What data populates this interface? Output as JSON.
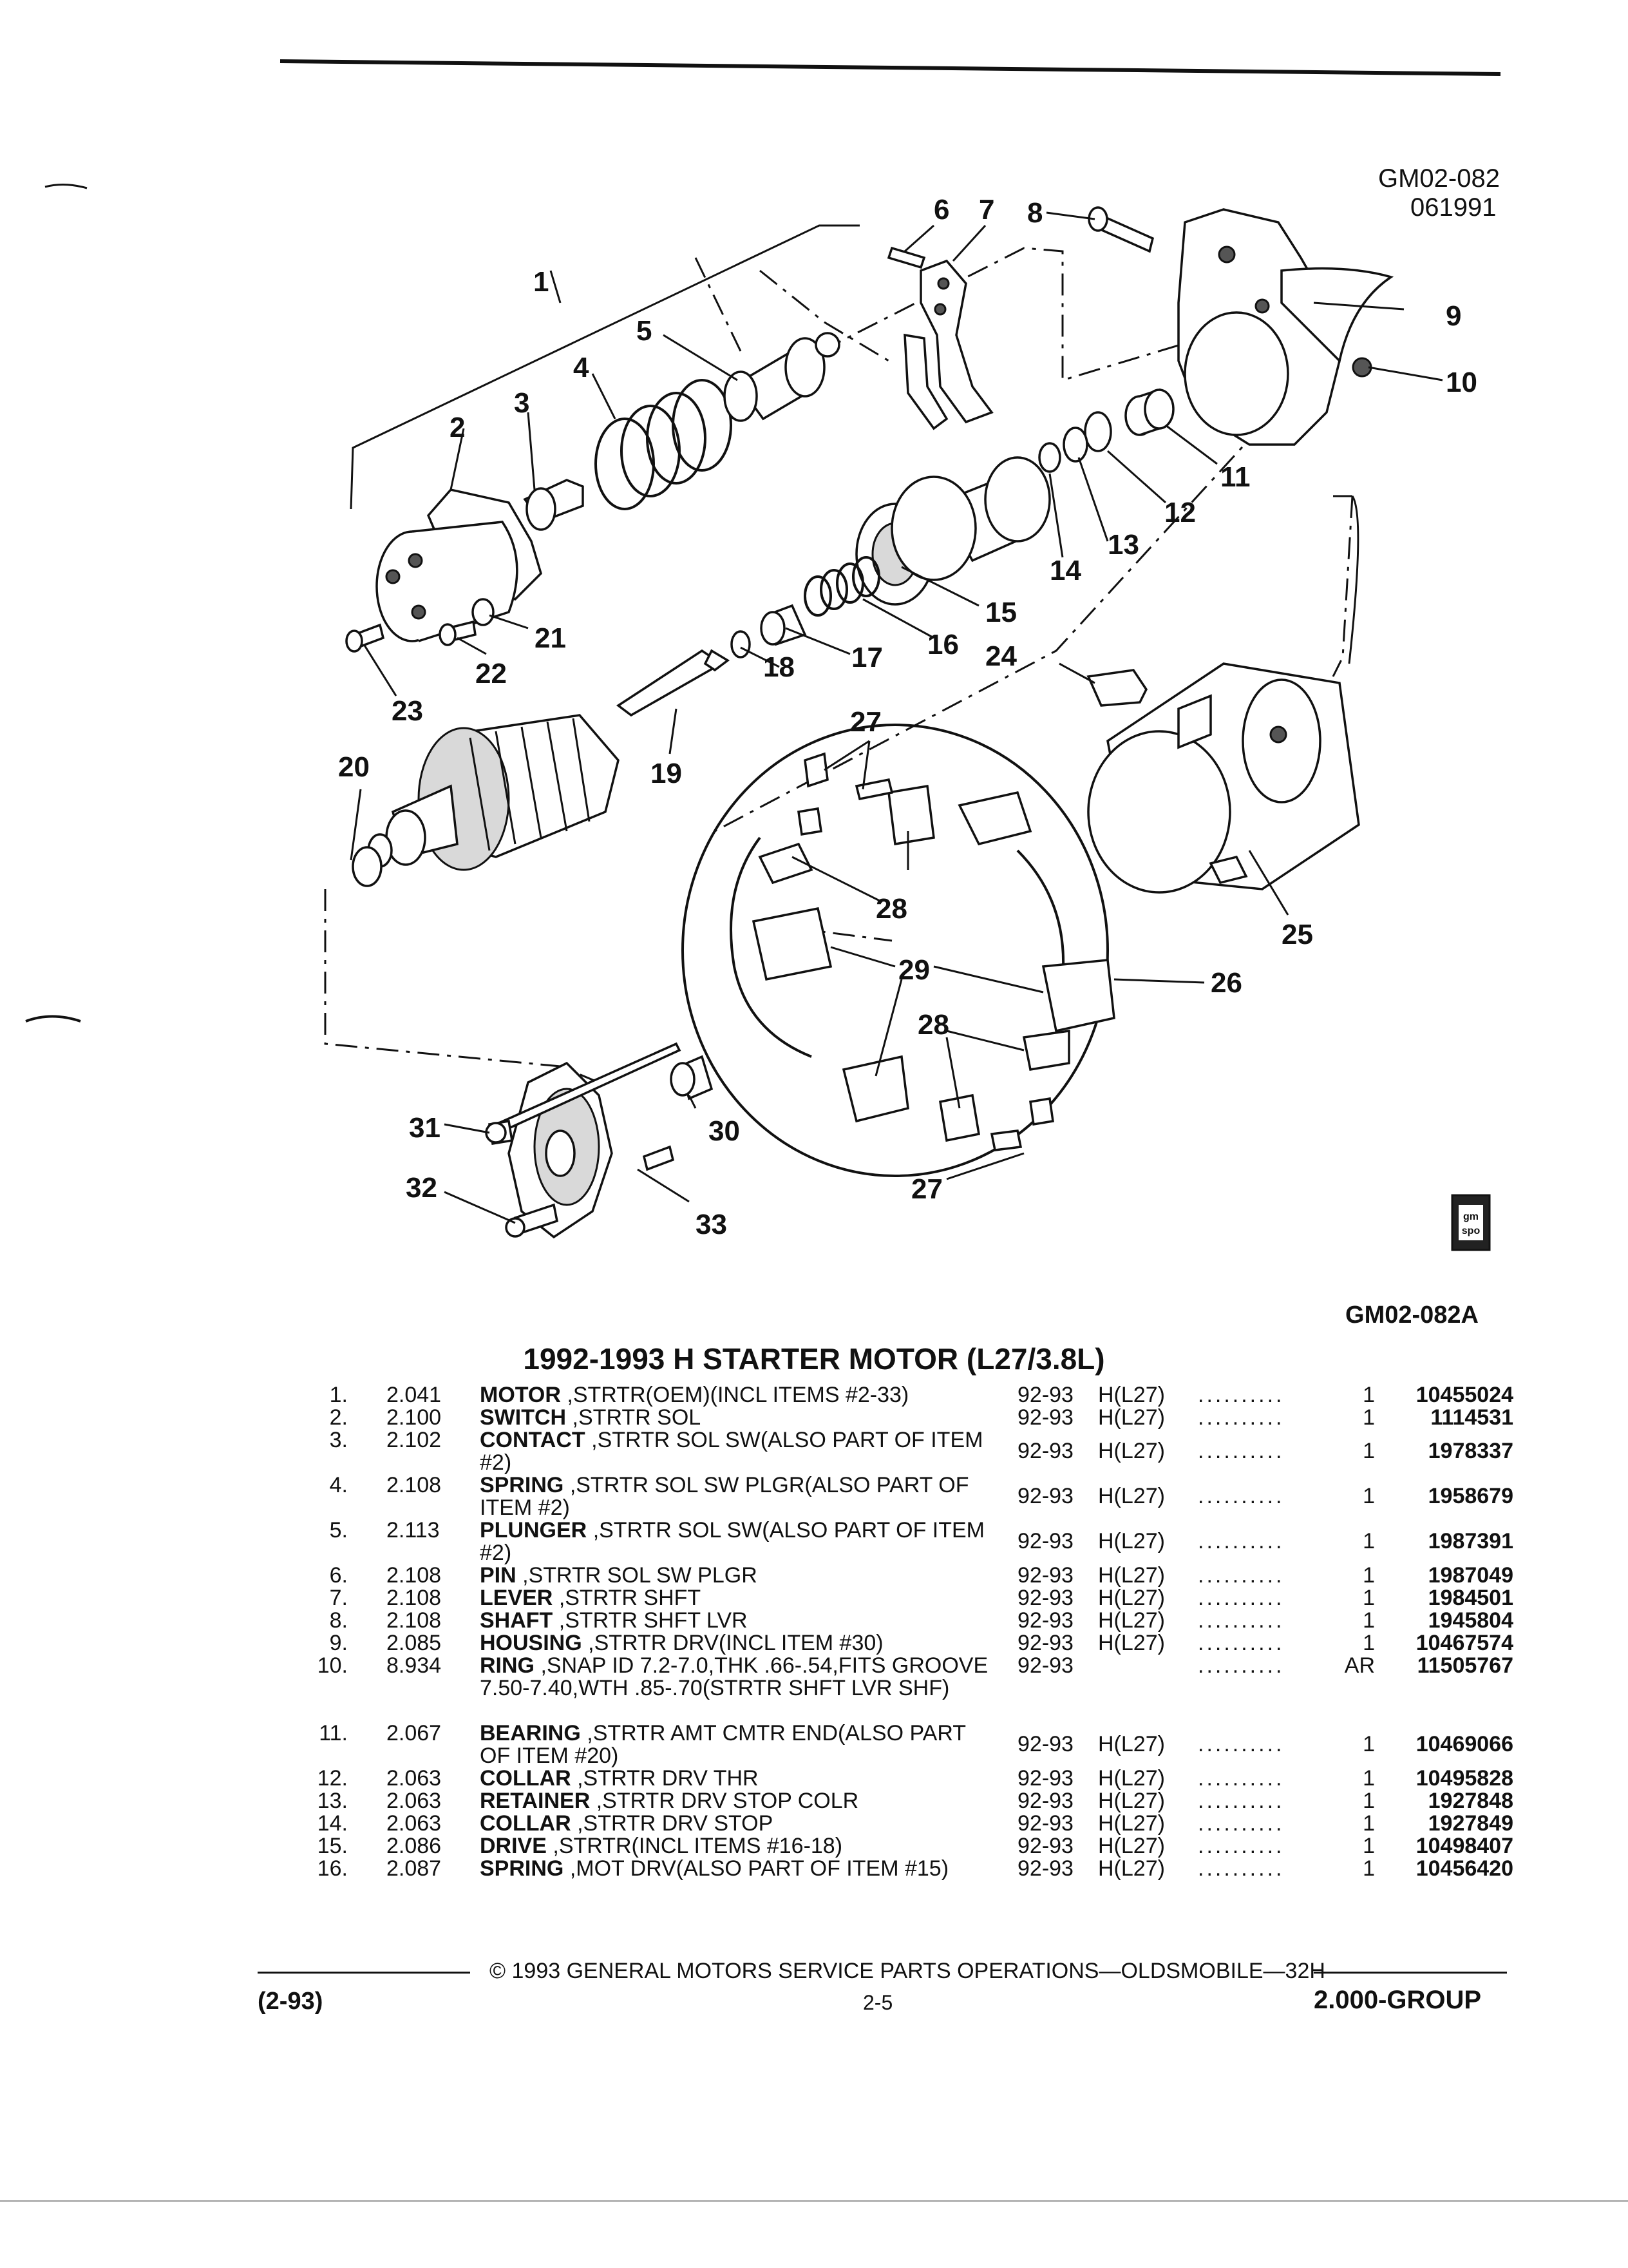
{
  "figure": {
    "code_top": "GM02-082",
    "date_code": "061991",
    "code_bottom": "GM02-082A",
    "callouts": [
      "1",
      "2",
      "3",
      "4",
      "5",
      "6",
      "7",
      "8",
      "9",
      "10",
      "11",
      "12",
      "13",
      "14",
      "15",
      "16",
      "17",
      "18",
      "19",
      "20",
      "21",
      "22",
      "23",
      "24",
      "25",
      "26",
      "27",
      "28",
      "29",
      "30",
      "31",
      "32",
      "33"
    ]
  },
  "title": "1992-1993 H STARTER MOTOR (L27/3.8L)",
  "parts": [
    {
      "item": "1.",
      "group": "2.041",
      "name": "MOTOR",
      "desc": ",STRTR(OEM)(INCL ITEMS #2-33)",
      "years": "92-93",
      "body": "H(L27)",
      "qty": "1",
      "part_no": "10455024"
    },
    {
      "item": "2.",
      "group": "2.100",
      "name": "SWITCH",
      "desc": ",STRTR SOL",
      "years": "92-93",
      "body": "H(L27)",
      "qty": "1",
      "part_no": "1114531"
    },
    {
      "item": "3.",
      "group": "2.102",
      "name": "CONTACT",
      "desc": ",STRTR SOL SW(ALSO PART OF ITEM #2)",
      "years": "92-93",
      "body": "H(L27)",
      "qty": "1",
      "part_no": "1978337"
    },
    {
      "item": "4.",
      "group": "2.108",
      "name": "SPRING",
      "desc": ",STRTR SOL SW PLGR(ALSO PART OF ITEM #2)",
      "years": "92-93",
      "body": "H(L27)",
      "qty": "1",
      "part_no": "1958679"
    },
    {
      "item": "5.",
      "group": "2.113",
      "name": "PLUNGER",
      "desc": ",STRTR SOL SW(ALSO PART OF ITEM #2)",
      "years": "92-93",
      "body": "H(L27)",
      "qty": "1",
      "part_no": "1987391"
    },
    {
      "item": "6.",
      "group": "2.108",
      "name": "PIN",
      "desc": ",STRTR SOL SW PLGR",
      "years": "92-93",
      "body": "H(L27)",
      "qty": "1",
      "part_no": "1987049"
    },
    {
      "item": "7.",
      "group": "2.108",
      "name": "LEVER",
      "desc": ",STRTR SHFT",
      "years": "92-93",
      "body": "H(L27)",
      "qty": "1",
      "part_no": "1984501"
    },
    {
      "item": "8.",
      "group": "2.108",
      "name": "SHAFT",
      "desc": ",STRTR SHFT LVR",
      "years": "92-93",
      "body": "H(L27)",
      "qty": "1",
      "part_no": "1945804"
    },
    {
      "item": "9.",
      "group": "2.085",
      "name": "HOUSING",
      "desc": ",STRTR DRV(INCL ITEM #30)",
      "years": "92-93",
      "body": "H(L27)",
      "qty": "1",
      "part_no": "10467574"
    },
    {
      "item": "10.",
      "group": "8.934",
      "name": "RING",
      "desc": ",SNAP ID 7.2-7.0,THK .66-.54,FITS GROOVE 7.50-7.40,WTH .85-.70(STRTR SHFT LVR SHF)",
      "years": "92-93",
      "body": "",
      "qty": "AR",
      "part_no": "11505767"
    },
    {
      "item": "11.",
      "group": "2.067",
      "name": "BEARING",
      "desc": ",STRTR AMT CMTR END(ALSO PART OF ITEM #20)",
      "years": "92-93",
      "body": "H(L27)",
      "qty": "1",
      "part_no": "10469066"
    },
    {
      "item": "12.",
      "group": "2.063",
      "name": "COLLAR",
      "desc": ",STRTR DRV THR",
      "years": "92-93",
      "body": "H(L27)",
      "qty": "1",
      "part_no": "10495828"
    },
    {
      "item": "13.",
      "group": "2.063",
      "name": "RETAINER",
      "desc": ",STRTR DRV STOP COLR",
      "years": "92-93",
      "body": "H(L27)",
      "qty": "1",
      "part_no": "1927848"
    },
    {
      "item": "14.",
      "group": "2.063",
      "name": "COLLAR",
      "desc": ",STRTR DRV STOP",
      "years": "92-93",
      "body": "H(L27)",
      "qty": "1",
      "part_no": "1927849"
    },
    {
      "item": "15.",
      "group": "2.086",
      "name": "DRIVE",
      "desc": ",STRTR(INCL ITEMS #16-18)",
      "years": "92-93",
      "body": "H(L27)",
      "qty": "1",
      "part_no": "10498407"
    },
    {
      "item": "16.",
      "group": "2.087",
      "name": "SPRING",
      "desc": ",MOT DRV(ALSO PART OF ITEM #15)",
      "years": "92-93",
      "body": "H(L27)",
      "qty": "1",
      "part_no": "10456420"
    }
  ],
  "footer": {
    "copyright": "© 1993 GENERAL MOTORS SERVICE PARTS OPERATIONS—OLDSMOBILE—32H",
    "date": "(2-93)",
    "page": "2-5",
    "group": "2.000-GROUP"
  },
  "logo_text": "gm spo"
}
